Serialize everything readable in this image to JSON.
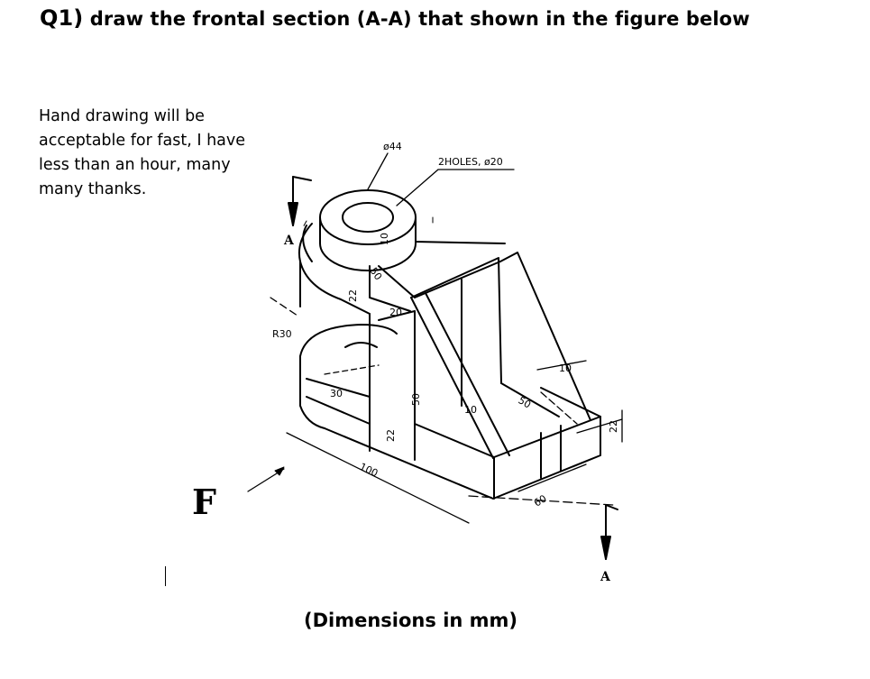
{
  "question": {
    "number": "Q1)",
    "text": " draw the frontal section (A-A) that shown in the figure below"
  },
  "note": {
    "line1": "Hand drawing will be",
    "line2": "acceptable for fast, I have",
    "line3": "less than an hour, many",
    "line4": "many thanks."
  },
  "drawing": {
    "dim_diameter": "ø44",
    "dim_holes": "2HOLES, ø20",
    "dim_radius": "R30",
    "dim_50_top": "50",
    "dim_10_top": "10",
    "dim_22_left": "22",
    "dim_20": "20",
    "dim_30": "30",
    "dim_50_web": "50",
    "dim_22_bottom": "22",
    "dim_100": "100",
    "dim_10_right": "10",
    "dim_10_lower": "10",
    "dim_50_base": "50",
    "dim_60": "60",
    "dim_22_right": "22",
    "section_label_top": "A",
    "section_label_bottom": "A",
    "view_label": "F"
  },
  "caption": "(Dimensions in mm)"
}
